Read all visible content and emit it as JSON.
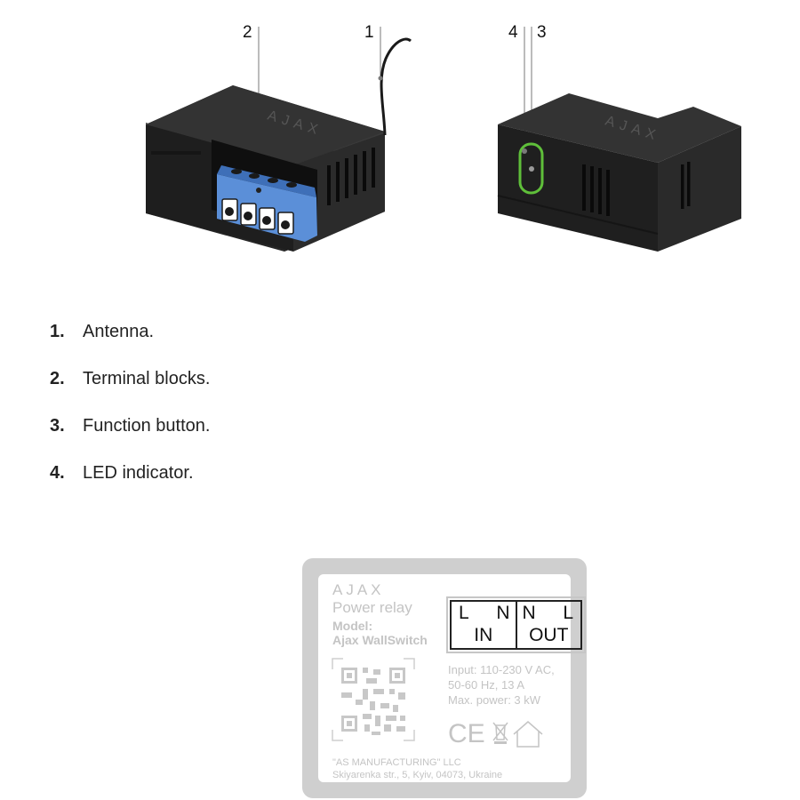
{
  "callouts": [
    "2",
    "1",
    "4",
    "3"
  ],
  "legend": [
    {
      "num": "1.",
      "text": "Antenna."
    },
    {
      "num": "2.",
      "text": "Terminal blocks."
    },
    {
      "num": "3.",
      "text": "Function button."
    },
    {
      "num": "4.",
      "text": "LED indicator."
    }
  ],
  "device_logo": "AJAX",
  "label": {
    "logo": "AJAX",
    "product": "Power relay",
    "model_label": "Model:",
    "model_value": "Ajax WallSwitch",
    "terminal": {
      "in_left": "L",
      "in_right": "N",
      "in_word": "IN",
      "out_left": "N",
      "out_right": "L",
      "out_word": "OUT"
    },
    "specs": [
      "Input: 110-230 V AC,",
      "50-60 Hz, 13 A",
      "Max. power: 3 kW"
    ],
    "ce_mark": "CE",
    "manufacturer": "\"AS MANUFACTURING\" LLC",
    "address": "Skiyarenka str., 5, Kyiv, 04073, Ukraine"
  },
  "colors": {
    "device_body": "#2a2a2a",
    "terminal_block": "#5b8fd8",
    "led_green": "#5fbf3a",
    "label_frame": "#cfcfcf",
    "label_text": "#c4c4c4"
  }
}
